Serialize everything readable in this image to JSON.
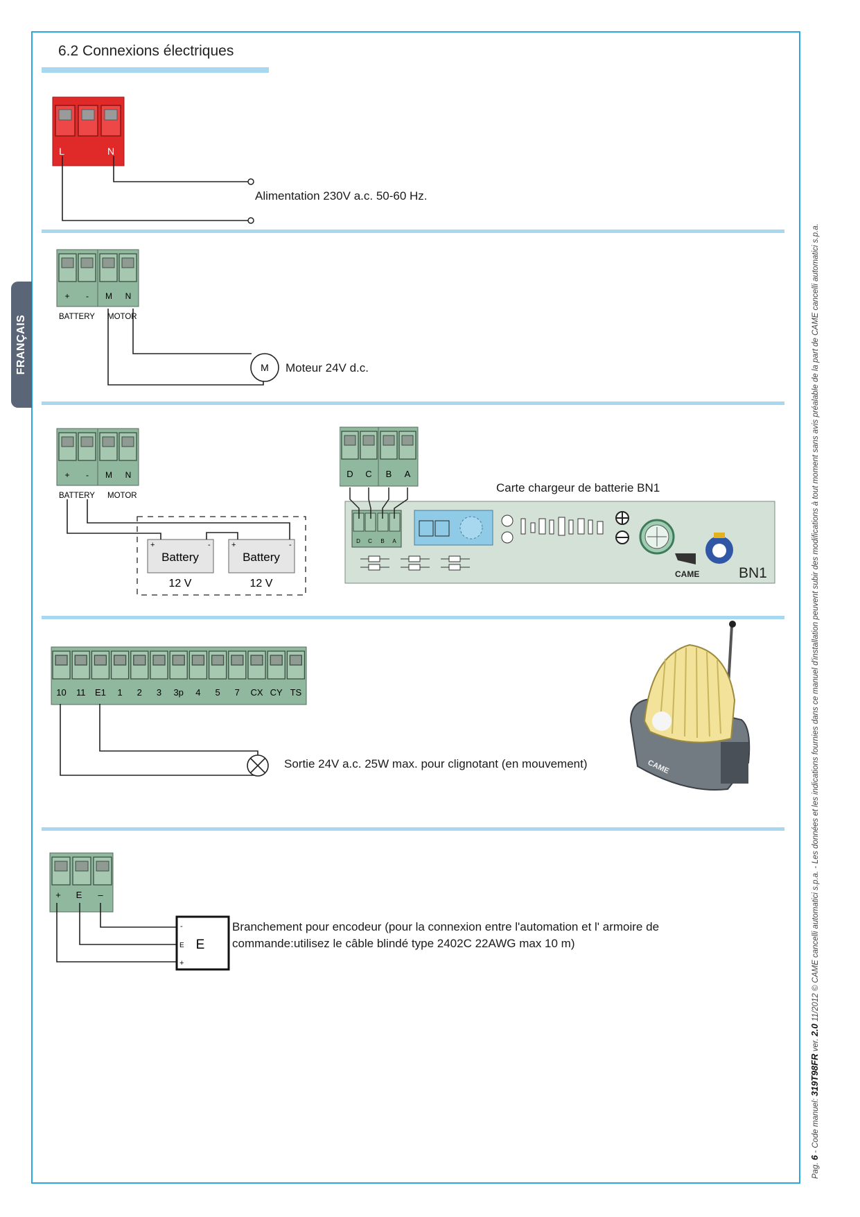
{
  "section": {
    "title": "6.2  Connexions électriques"
  },
  "language_tab": "FRANÇAIS",
  "footer": {
    "prefix": "Pag. ",
    "page": "6",
    "code_prefix": " - Code manuel: ",
    "code": "319T98FR",
    "ver_prefix": " ver. ",
    "version": "2.0",
    "rest": "  11/2012  © CAME cancelli automatici s.p.a. - Les données et les indications fournies dans ce manuel d'installation peuvent subir des modifications à tout moment sans avis préalable de la part de CAME cancelli automatici s.p.a."
  },
  "power": {
    "terminals": [
      "L",
      "N"
    ],
    "label": "Alimentation 230V a.c. 50-60 Hz."
  },
  "motor": {
    "terminals": [
      "+",
      "-",
      "M",
      "N"
    ],
    "group_labels": [
      "BATTERY",
      "MOTOR"
    ],
    "symbol": "M",
    "label": "Moteur 24V d.c."
  },
  "battery": {
    "terminals": [
      "+",
      "-",
      "M",
      "N"
    ],
    "group_labels": [
      "BATTERY",
      "MOTOR"
    ],
    "batteries": [
      {
        "name": "Battery",
        "voltage": "12 V",
        "plus": "+",
        "minus": "-"
      },
      {
        "name": "Battery",
        "voltage": "12 V",
        "plus": "+",
        "minus": "-"
      }
    ],
    "charger_terminals": [
      "D",
      "C",
      "B",
      "A"
    ],
    "charger_label": "Carte chargeur de batterie BN1",
    "board_brand": "CAME",
    "board_name": "BN1"
  },
  "flasher": {
    "terminals": [
      "10",
      "11",
      "E1",
      "1",
      "2",
      "3",
      "3p",
      "4",
      "5",
      "7",
      "CX",
      "CY",
      "TS"
    ],
    "label": "Sortie 24V a.c. 25W max. pour clignotant (en mouvement)",
    "lamp_brand": "CAME"
  },
  "encoder": {
    "terminals": [
      "+",
      "E",
      "–"
    ],
    "symbol": "E",
    "pins": [
      "-",
      "E",
      "+"
    ],
    "label": "Branchement pour encodeur (pour la connexion entre l'automation et l' armoire de commande:utilisez le câble blindé type  2402C 22AWG max 10 m)"
  },
  "colors": {
    "accent": "#2aa9e0",
    "separator": "#a8d8f0",
    "terminal_green": "#8fb89e",
    "terminal_red": "#e02a2a",
    "board": "#d4e1d6"
  }
}
